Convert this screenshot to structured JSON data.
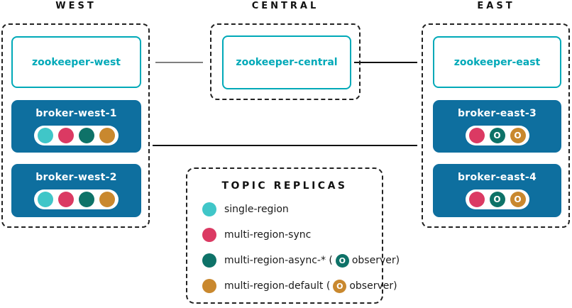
{
  "regions": [
    {
      "name": "WEST",
      "zookeeper": {
        "label": "zookeeper-west"
      },
      "brokers": [
        {
          "label": "broker-west-1",
          "replicas": [
            "single-region",
            "multi-region-sync",
            "multi-region-async",
            "multi-region-default"
          ]
        },
        {
          "label": "broker-west-2",
          "replicas": [
            "single-region",
            "multi-region-sync",
            "multi-region-async",
            "multi-region-default"
          ]
        }
      ]
    },
    {
      "name": "CENTRAL",
      "zookeeper": {
        "label": "zookeeper-central"
      },
      "brokers": []
    },
    {
      "name": "EAST",
      "zookeeper": {
        "label": "zookeeper-east"
      },
      "brokers": [
        {
          "label": "broker-east-3",
          "replicas": [
            "multi-region-sync",
            "multi-region-async (observer)",
            "multi-region-default (observer)"
          ]
        },
        {
          "label": "broker-east-4",
          "replicas": [
            "multi-region-sync",
            "multi-region-async (observer)",
            "multi-region-default (observer)"
          ]
        }
      ]
    }
  ],
  "legend": {
    "title": "TOPIC REPLICAS",
    "items": [
      {
        "label": "single-region",
        "color": "#40C6C8"
      },
      {
        "label": "multi-region-sync",
        "color": "#DB3A63"
      },
      {
        "prefix": "multi-region-async-* (",
        "suffix": "observer)",
        "color": "#0E7268"
      },
      {
        "prefix": "multi-region-default (",
        "suffix": "observer)",
        "color": "#C9882E"
      }
    ]
  },
  "glyphs": {
    "observer": "O"
  },
  "colors": {
    "zookeeper_teal": "#00A9B8",
    "broker_blue": "#0E6F9F",
    "dot_single_region": "#40C6C8",
    "dot_multi_region_sync": "#DB3A63",
    "dot_multi_region_async": "#0E7268",
    "dot_multi_region_default": "#C9882E",
    "connector_gray": "#7F7F7F",
    "connector_black": "#111111",
    "dashed_border": "#222222"
  }
}
